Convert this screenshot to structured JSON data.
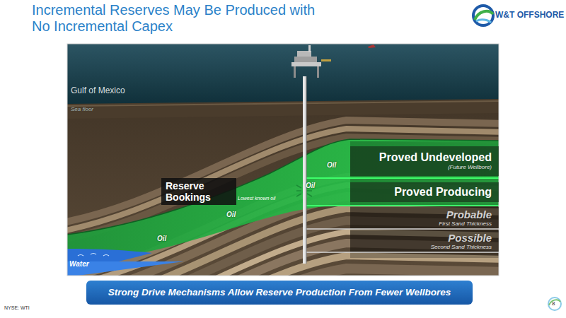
{
  "diagram": {
    "title": "Incremental Reserves May Be Produced with No Incremental Capex",
    "caption": "Strong Drive Mechanisms Allow Reserve Production From Fewer Wellbores",
    "nodes": [
      {
        "text": [
          "Proved Undeveloped",
          "(Future Wellbore)"
        ]
      },
      {
        "text": [
          "Reserve Bookings"
        ]
      },
      {
        "text": [
          "Proved Producing"
        ]
      },
      {
        "text": [
          "Probable",
          "First Sand Thickness"
        ]
      },
      {
        "text": [
          "Possible",
          "Second Sand Thickness"
        ]
      }
    ],
    "labels": [
      "W&T OFFSHORE",
      "Gulf of Mexico",
      "Sea floor",
      "Oil",
      "Oil",
      "Oil",
      "Oil",
      "Lowest known oil",
      "Water",
      "NYSE: WTI",
      "8"
    ]
  }
}
